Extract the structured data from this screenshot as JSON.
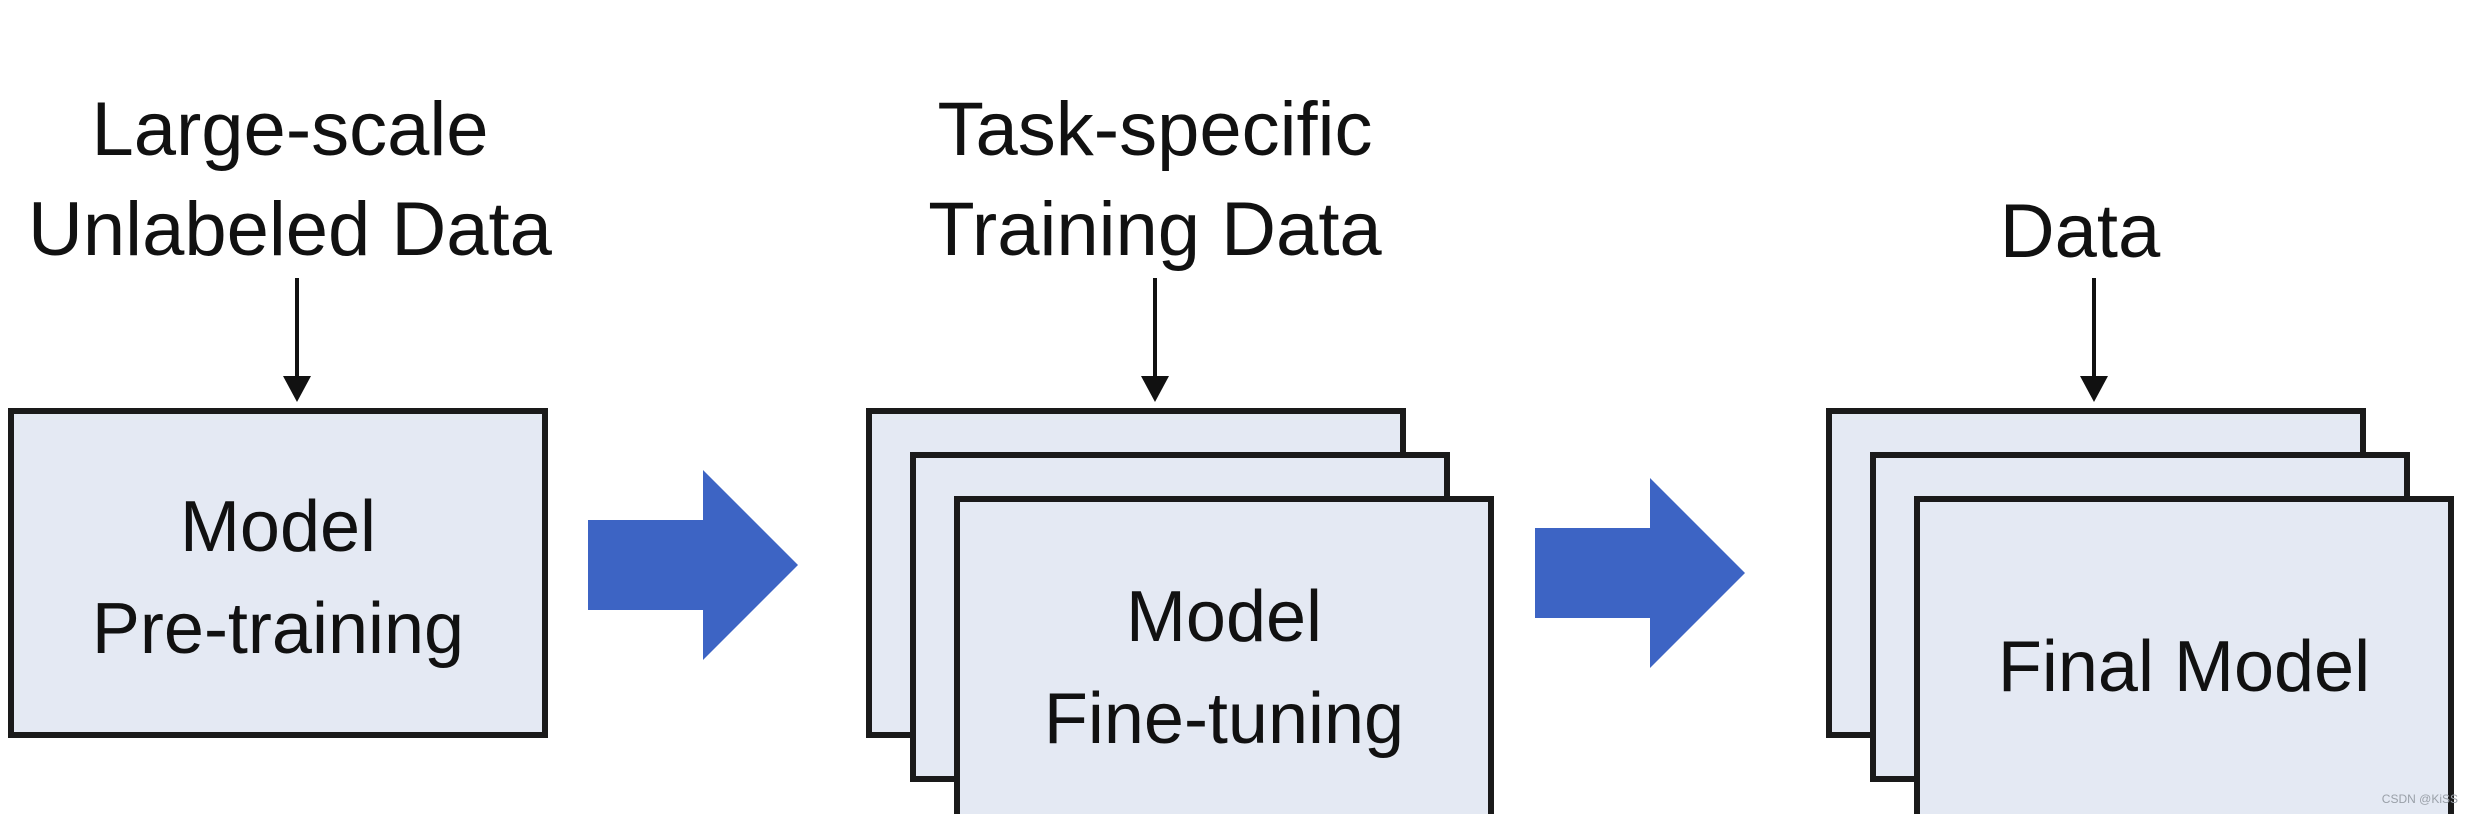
{
  "stage1": {
    "input_line1": "Large-scale",
    "input_line2": "Unlabeled Data",
    "box_line1": "Model",
    "box_line2": "Pre-training"
  },
  "stage2": {
    "input_line1": "Task-specific",
    "input_line2": "Training Data",
    "box_line1": "Model",
    "box_line2": "Fine-tuning"
  },
  "stage3": {
    "input_line1": "Data",
    "box_line1": "Final Model"
  },
  "watermark": "CSDN @KiSS",
  "colors": {
    "box_fill": "#e4e9f3",
    "box_border": "#1a1a1a",
    "flow_arrow": "#3d64c4",
    "text": "#111111"
  }
}
